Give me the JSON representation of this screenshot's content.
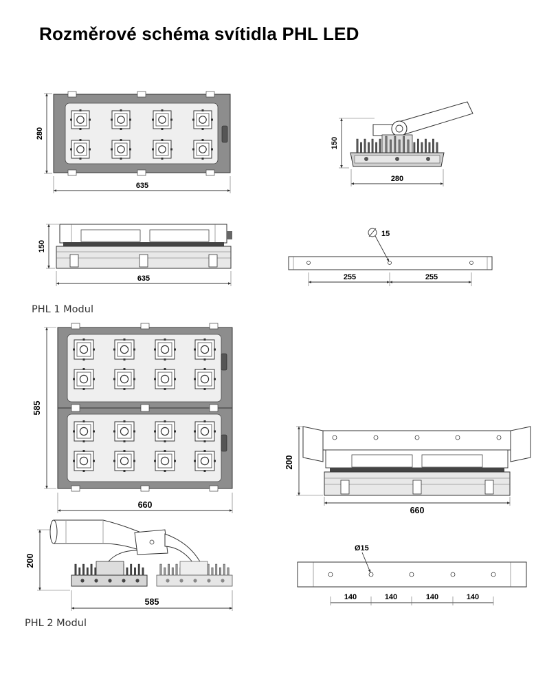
{
  "title": "Rozměrové schéma svítidla PHL LED",
  "captions": {
    "module1": "PHL 1 Modul",
    "module2": "PHL 2 Modul"
  },
  "dimensions": {
    "m1_front_height": "280",
    "m1_front_width": "635",
    "m1_side_height": "150",
    "m1_side_width": "280",
    "m1_top_height": "150",
    "m1_top_width": "635",
    "m1_bracket_hole": "15",
    "m1_bracket_spacing_left": "255",
    "m1_bracket_spacing_right": "255",
    "m2_front_height": "585",
    "m2_front_width": "660",
    "m2_top_height": "200",
    "m2_top_width": "660",
    "m2_side_height": "200",
    "m2_side_width": "585",
    "m2_bracket_hole": "Ø15",
    "m2_bracket_spacing_1": "140",
    "m2_bracket_spacing_2": "140",
    "m2_bracket_spacing_3": "140",
    "m2_bracket_spacing_4": "140"
  },
  "colors": {
    "housing": "#8a8a8a",
    "panel": "#efefef",
    "line": "#333333"
  }
}
